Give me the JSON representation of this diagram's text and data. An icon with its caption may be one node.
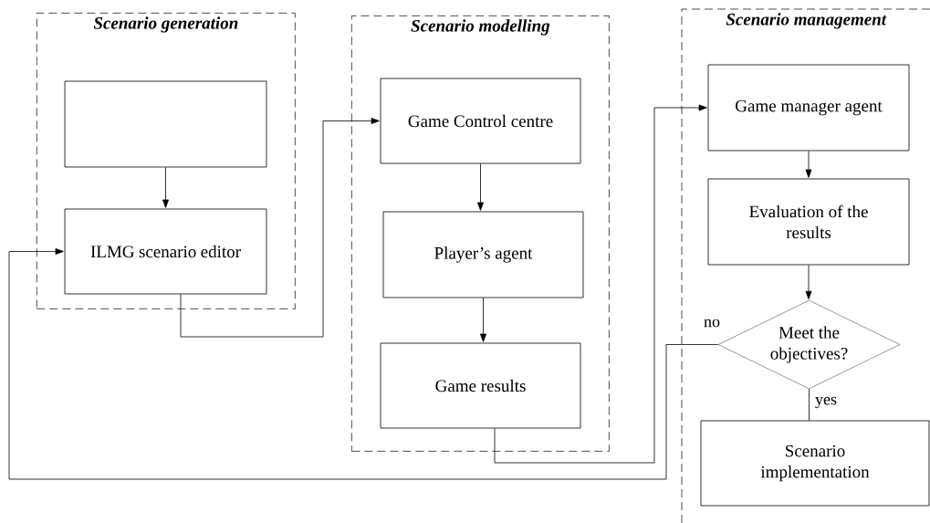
{
  "diagram": {
    "nodes": [
      {
        "text": [
          "Scenario generation"
        ]
      },
      {
        "text": [],
        "shape": "box",
        "in": 0
      },
      {
        "text": [
          "ILMG scenario editor"
        ],
        "in": 0
      },
      {
        "text": [
          "Scenario modelling"
        ]
      },
      {
        "text": [
          "Game Control centre"
        ],
        "in": 3
      },
      {
        "text": [
          "Player’s agent"
        ],
        "in": 3
      },
      {
        "text": [
          "Game results"
        ],
        "in": 3
      },
      {
        "text": [
          "Scenario management"
        ]
      },
      {
        "text": [
          "Game manager agent"
        ],
        "in": 7
      },
      {
        "text": [
          "Evaluation of the results"
        ],
        "in": 7
      },
      {
        "text": [
          "Meet the objectives?"
        ],
        "in": 7
      },
      {
        "text": [
          "Scenario implementation"
        ],
        "in": 7
      }
    ],
    "edges": [
      {
        "from": 1,
        "to": 2,
        "arrow": "to"
      },
      {
        "from": 2,
        "to": 4,
        "arrow": "to"
      },
      {
        "from": 4,
        "to": 5,
        "arrow": "to"
      },
      {
        "from": 5,
        "to": 6,
        "arrow": "to"
      },
      {
        "from": 6,
        "to": 8,
        "arrow": "to"
      },
      {
        "from": 8,
        "to": 9,
        "arrow": "to"
      },
      {
        "from": 9,
        "to": 10,
        "arrow": "to"
      },
      {
        "from": 10,
        "to": 11,
        "arrow": "none",
        "label": "yes"
      },
      {
        "from": 10,
        "to": 2,
        "arrow": "to",
        "label": "no"
      }
    ]
  }
}
